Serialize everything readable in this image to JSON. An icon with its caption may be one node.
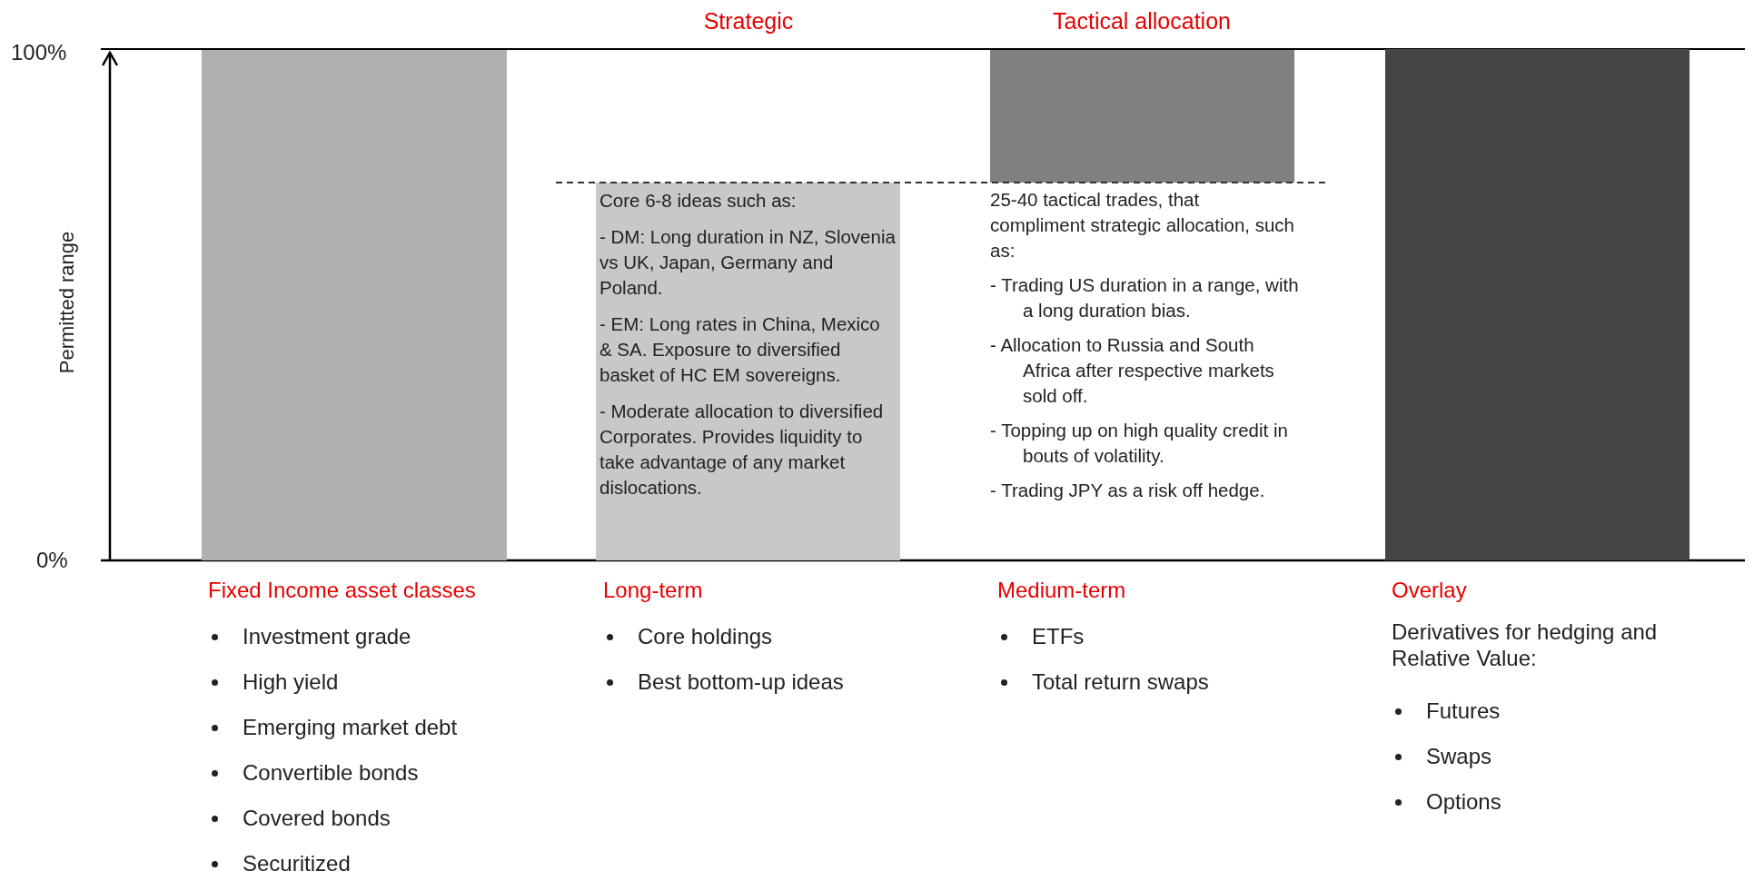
{
  "diagram": {
    "nodes": [
      {
        "text": [],
        "shape": "bar"
      },
      {
        "text": [
          "Core 6-8 ideas such as:",
          "- DM: Long duration in NZ, Slovenia vs UK, Japan, Germany and Poland.",
          "- EM: Long rates in China, Mexico & SA. Exposure to diversified basket of HC EM sovereigns.",
          "- Moderate allocation to diversified Corporates. Provides liquidity to take advantage of any market dislocations."
        ]
      },
      {
        "text": [],
        "shape": "bar",
        "beside": [
          "25-40 tactical trades, that compliment strategic allocation, such as:",
          "- Trading US duration in a range, with a long duration bias.",
          "- Allocation to Russia and South Africa after respective markets sold off.",
          "- Topping up on high quality credit in bouts of volatility.",
          "- Trading JPY as a risk off hedge."
        ]
      },
      {
        "text": [],
        "shape": "bar"
      }
    ],
    "labels": [
      "Strategic",
      "Tactical allocation",
      "100%",
      "Permitted range",
      "0%",
      "Fixed Income asset classes",
      "Investment grade",
      "High yield",
      "Emerging market debt",
      "Convertible bonds",
      "Covered bonds",
      "Securitized",
      "Long-term",
      "Core holdings",
      "Best bottom-up ideas",
      "Medium-term",
      "ETFs",
      "Total return swaps",
      "Overlay",
      "Derivatives for hedging and Relative Value:",
      "Futures",
      "Swaps",
      "Options"
    ]
  }
}
